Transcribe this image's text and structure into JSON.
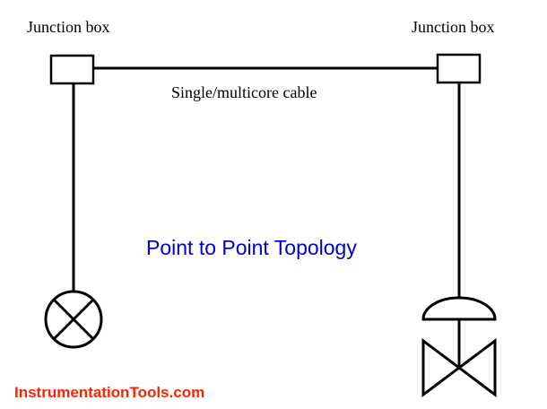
{
  "diagram": {
    "labels": {
      "left_junction_box": "Junction box",
      "right_junction_box": "Junction box",
      "cable": "Single/multicore cable",
      "title": "Point to Point Topology",
      "watermark": "InstrumentationTools.com"
    },
    "colors": {
      "title": "#0000cc",
      "watermark": "#ff2200",
      "lines": "#000000"
    },
    "icons": {
      "left_device": "lamp-indicator-icon",
      "right_device": "control-valve-icon"
    }
  }
}
